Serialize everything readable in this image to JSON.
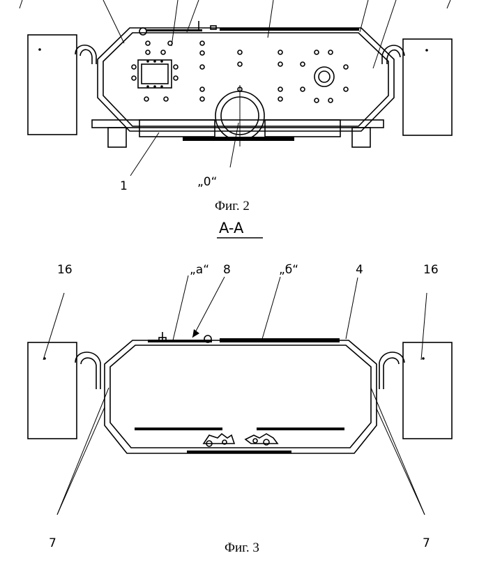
{
  "figure2": {
    "caption": "Фиг. 2",
    "callouts": {
      "base": "1",
      "node_o": "„0“"
    }
  },
  "section_title": "A-A",
  "figure3": {
    "caption": "Фиг. 3",
    "callouts": {
      "left_block": "16",
      "right_block": "16",
      "node_a": "„a“",
      "part_8": "8",
      "node_b": "„б“",
      "part_4": "4",
      "left_7": "7",
      "right_7": "7"
    }
  }
}
